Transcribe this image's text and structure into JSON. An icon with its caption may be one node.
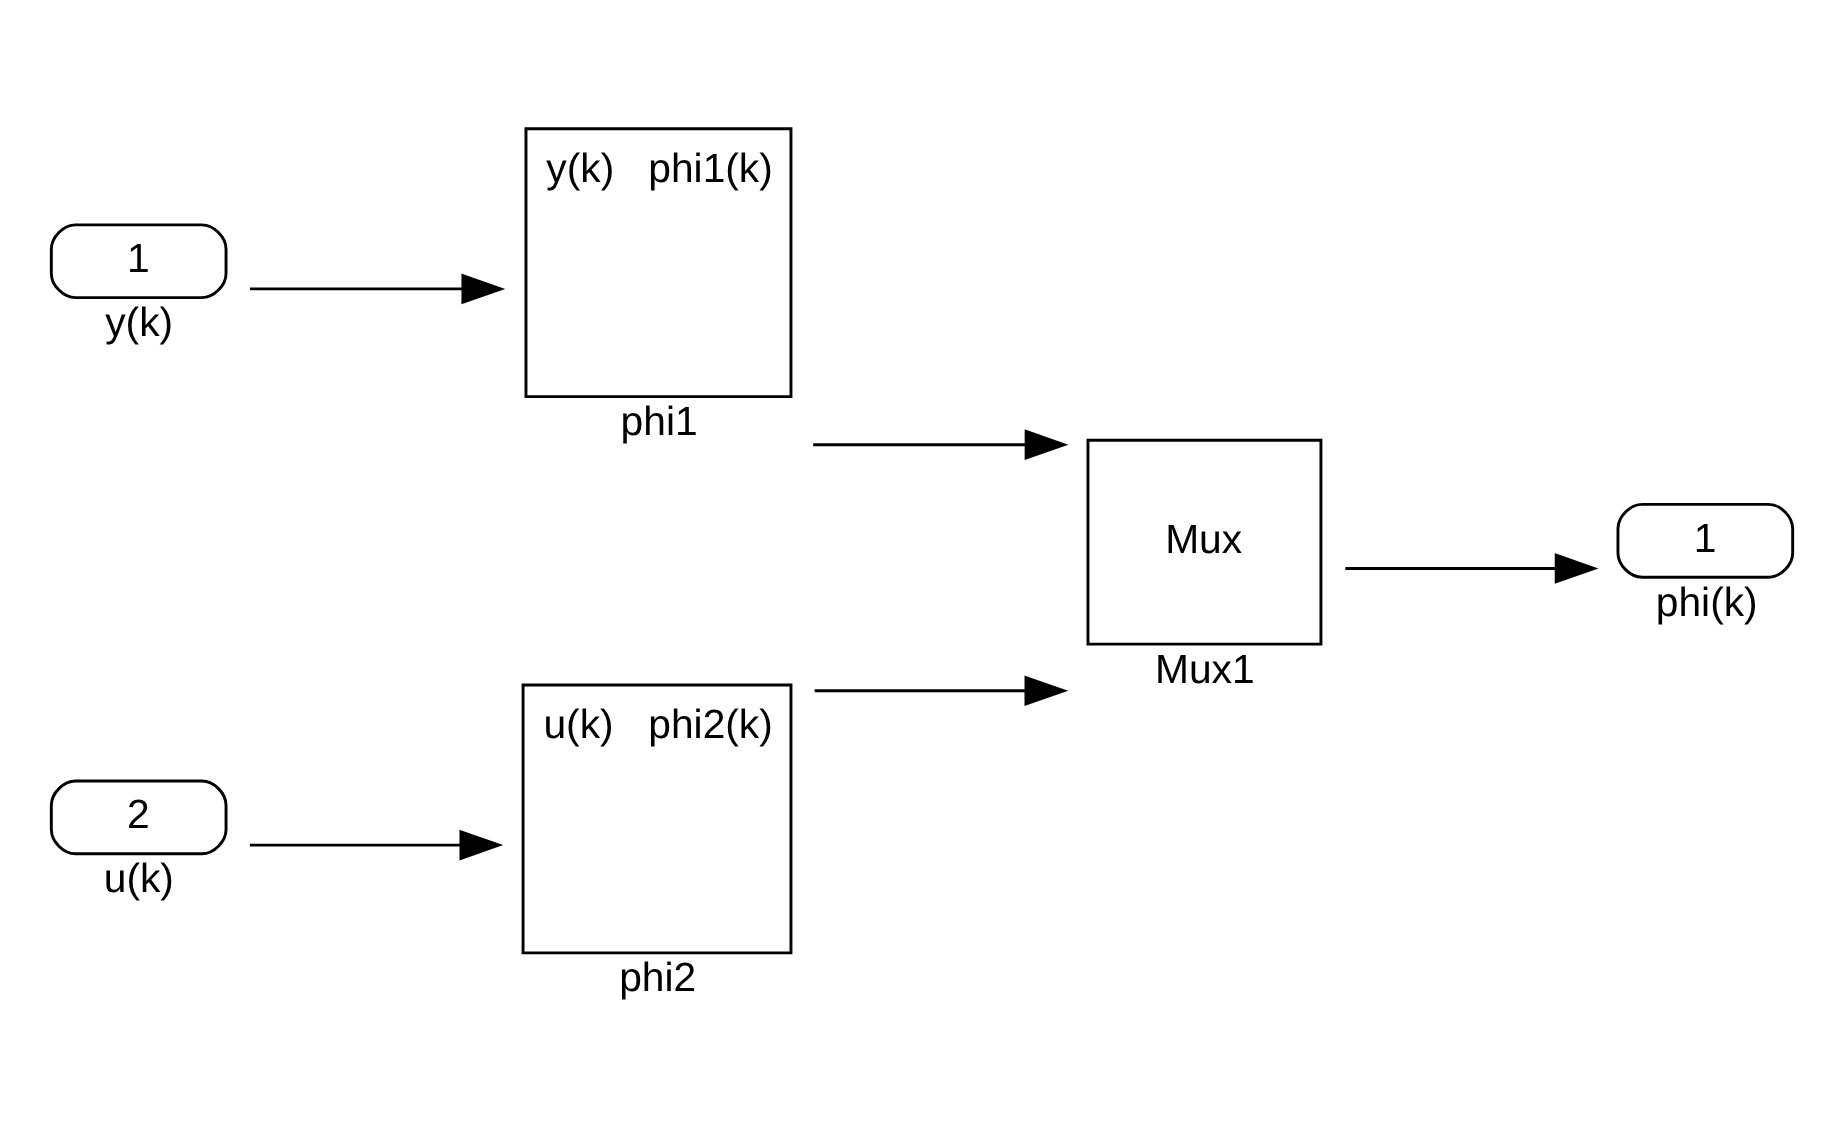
{
  "diagram": {
    "nodes": [
      {
        "text": [
          "1"
        ],
        "beside": [
          "y(k)"
        ]
      },
      {
        "text": [
          "y(k)",
          "phi1(k)"
        ],
        "beside": [
          "phi1"
        ]
      },
      {
        "text": [
          "2"
        ],
        "beside": [
          "u(k)"
        ]
      },
      {
        "text": [
          "u(k)",
          "phi2(k)"
        ],
        "beside": [
          "phi2"
        ]
      },
      {
        "text": [
          "Mux"
        ],
        "beside": [
          "Mux1"
        ]
      },
      {
        "text": [
          "1"
        ],
        "beside": [
          "phi(k)"
        ]
      }
    ],
    "edges": [
      {
        "from": 0,
        "to": 1,
        "arrow": "to"
      },
      {
        "from": 2,
        "to": 3,
        "arrow": "to"
      },
      {
        "from": 1,
        "to": 4,
        "arrow": "to"
      },
      {
        "from": 3,
        "to": 4,
        "arrow": "to"
      },
      {
        "from": 4,
        "to": 5,
        "arrow": "to"
      }
    ]
  }
}
